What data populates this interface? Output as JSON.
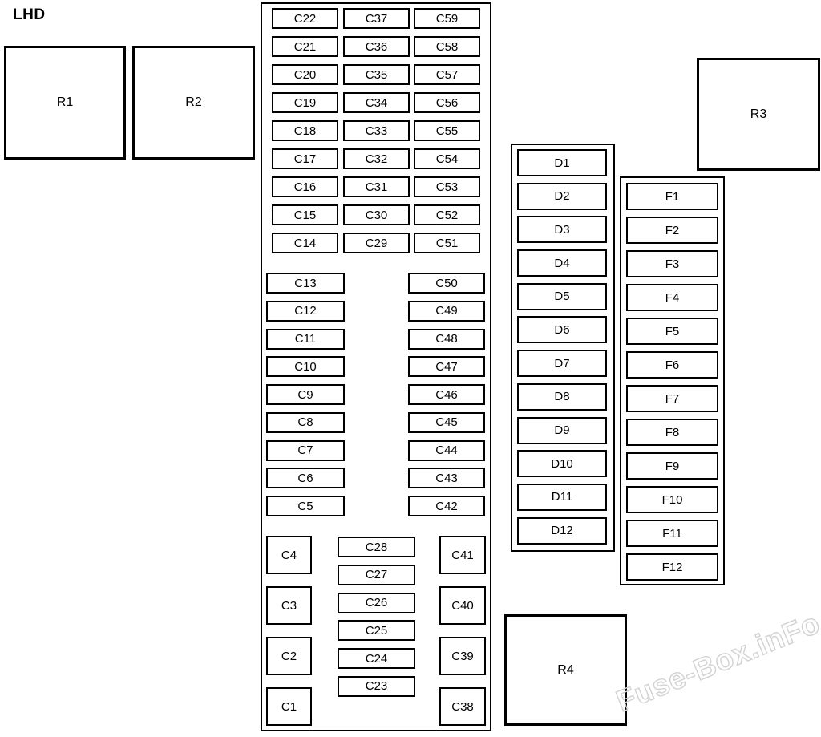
{
  "page": {
    "title": "LHD",
    "watermark": "Fuse-Box.inFo"
  },
  "relays": [
    "R1",
    "R2",
    "R3",
    "R4"
  ],
  "fuse_groups": {
    "top_col_1": [
      "C22",
      "C21",
      "C20",
      "C19",
      "C18",
      "C17",
      "C16",
      "C15",
      "C14"
    ],
    "top_col_2": [
      "C37",
      "C36",
      "C35",
      "C34",
      "C33",
      "C32",
      "C31",
      "C30",
      "C29"
    ],
    "top_col_3": [
      "C59",
      "C58",
      "C57",
      "C56",
      "C55",
      "C54",
      "C53",
      "C52",
      "C51"
    ],
    "mid_col_left": [
      "C13",
      "C12",
      "C11",
      "C10",
      "C9",
      "C8",
      "C7",
      "C6",
      "C5"
    ],
    "mid_col_right": [
      "C50",
      "C49",
      "C48",
      "C47",
      "C46",
      "C45",
      "C44",
      "C43",
      "C42"
    ],
    "bottom_col_left": [
      "C4",
      "C3",
      "C2",
      "C1"
    ],
    "bottom_col_mid": [
      "C28",
      "C27",
      "C26",
      "C25",
      "C24",
      "C23"
    ],
    "bottom_col_right": [
      "C41",
      "C40",
      "C39",
      "C38"
    ],
    "d_col": [
      "D1",
      "D2",
      "D3",
      "D4",
      "D5",
      "D6",
      "D7",
      "D8",
      "D9",
      "D10",
      "D11",
      "D12"
    ],
    "f_col": [
      "F1",
      "F2",
      "F3",
      "F4",
      "F5",
      "F6",
      "F7",
      "F8",
      "F9",
      "F10",
      "F11",
      "F12"
    ]
  },
  "colors": {
    "line": "#000000",
    "background": "#ffffff",
    "watermark": "#d2d2d2"
  }
}
